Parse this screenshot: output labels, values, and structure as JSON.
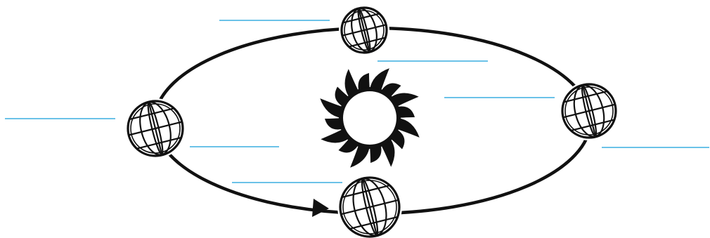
{
  "diagram": {
    "kind": "earth-orbit-worksheet",
    "colors": {
      "background": "#ffffff",
      "ink": "#111111",
      "answer_line": "#3aaee0"
    },
    "icons": {
      "center": "sun-icon",
      "planet": "globe-icon",
      "direction": "arrowhead-icon"
    },
    "globes": [
      {
        "id": "top",
        "position": "top"
      },
      {
        "id": "right",
        "position": "right"
      },
      {
        "id": "bottom",
        "position": "bottom"
      },
      {
        "id": "left",
        "position": "left"
      }
    ],
    "answer_lines": [
      {
        "id": "label-top-globe",
        "text": ""
      },
      {
        "id": "label-below-top-globe",
        "text": ""
      },
      {
        "id": "label-sun-right",
        "text": ""
      },
      {
        "id": "label-left-globe",
        "text": ""
      },
      {
        "id": "label-inside-left",
        "text": ""
      },
      {
        "id": "label-bottom-globe",
        "text": ""
      },
      {
        "id": "label-right-globe",
        "text": ""
      }
    ]
  }
}
